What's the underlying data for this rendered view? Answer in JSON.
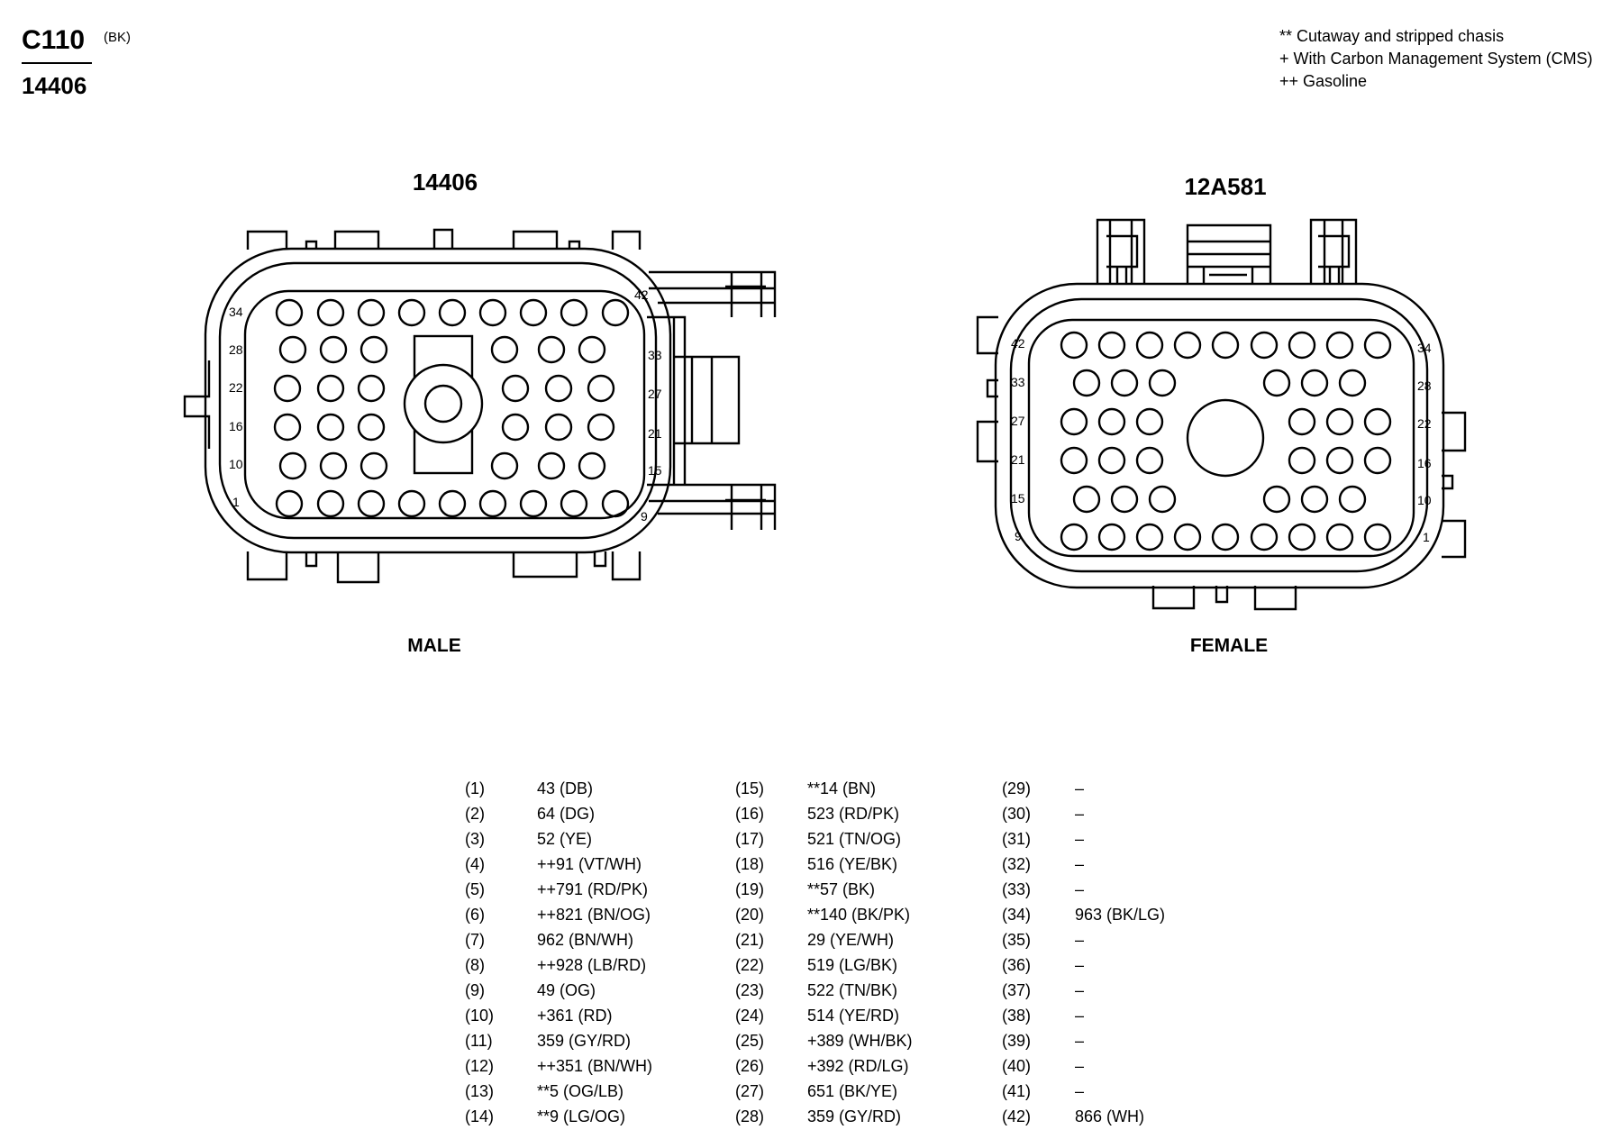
{
  "header": {
    "connector_id": "C110",
    "connector_color": "(BK)",
    "part_number": "14406"
  },
  "notes": [
    "** Cutaway and stripped chasis",
    "+ With Carbon Management System (CMS)",
    "++ Gasoline"
  ],
  "male_view": {
    "part_number": "14406",
    "label": "MALE",
    "pin_labels": [
      "34",
      "28",
      "22",
      "16",
      "10",
      "1",
      "42",
      "33",
      "27",
      "21",
      "15",
      "9"
    ]
  },
  "female_view": {
    "part_number": "12A581",
    "label": "FEMALE",
    "pin_labels": [
      "42",
      "33",
      "27",
      "21",
      "15",
      "9",
      "34",
      "28",
      "22",
      "16",
      "10",
      "1"
    ]
  },
  "pins": [
    {
      "pin": "(1)",
      "circuit": "43 (DB)"
    },
    {
      "pin": "(2)",
      "circuit": "64 (DG)"
    },
    {
      "pin": "(3)",
      "circuit": "52 (YE)"
    },
    {
      "pin": "(4)",
      "circuit": "++91 (VT/WH)"
    },
    {
      "pin": "(5)",
      "circuit": "++791 (RD/PK)"
    },
    {
      "pin": "(6)",
      "circuit": "++821 (BN/OG)"
    },
    {
      "pin": "(7)",
      "circuit": "962 (BN/WH)"
    },
    {
      "pin": "(8)",
      "circuit": "++928 (LB/RD)"
    },
    {
      "pin": "(9)",
      "circuit": "49 (OG)"
    },
    {
      "pin": "(10)",
      "circuit": "+361 (RD)"
    },
    {
      "pin": "(11)",
      "circuit": "359 (GY/RD)"
    },
    {
      "pin": "(12)",
      "circuit": "++351 (BN/WH)"
    },
    {
      "pin": "(13)",
      "circuit": "**5 (OG/LB)"
    },
    {
      "pin": "(14)",
      "circuit": "**9 (LG/OG)"
    },
    {
      "pin": "(15)",
      "circuit": "**14 (BN)"
    },
    {
      "pin": "(16)",
      "circuit": "523 (RD/PK)"
    },
    {
      "pin": "(17)",
      "circuit": "521 (TN/OG)"
    },
    {
      "pin": "(18)",
      "circuit": "516 (YE/BK)"
    },
    {
      "pin": "(19)",
      "circuit": "**57 (BK)"
    },
    {
      "pin": "(20)",
      "circuit": "**140 (BK/PK)"
    },
    {
      "pin": "(21)",
      "circuit": "29 (YE/WH)"
    },
    {
      "pin": "(22)",
      "circuit": "519 (LG/BK)"
    },
    {
      "pin": "(23)",
      "circuit": "522 (TN/BK)"
    },
    {
      "pin": "(24)",
      "circuit": "514 (YE/RD)"
    },
    {
      "pin": "(25)",
      "circuit": "+389 (WH/BK)"
    },
    {
      "pin": "(26)",
      "circuit": "+392 (RD/LG)"
    },
    {
      "pin": "(27)",
      "circuit": "651 (BK/YE)"
    },
    {
      "pin": "(28)",
      "circuit": "359 (GY/RD)"
    },
    {
      "pin": "(29)",
      "circuit": "–"
    },
    {
      "pin": "(30)",
      "circuit": "–"
    },
    {
      "pin": "(31)",
      "circuit": "–"
    },
    {
      "pin": "(32)",
      "circuit": "–"
    },
    {
      "pin": "(33)",
      "circuit": "–"
    },
    {
      "pin": "(34)",
      "circuit": "963 (BK/LG)"
    },
    {
      "pin": "(35)",
      "circuit": "–"
    },
    {
      "pin": "(36)",
      "circuit": "–"
    },
    {
      "pin": "(37)",
      "circuit": "–"
    },
    {
      "pin": "(38)",
      "circuit": "–"
    },
    {
      "pin": "(39)",
      "circuit": "–"
    },
    {
      "pin": "(40)",
      "circuit": "–"
    },
    {
      "pin": "(41)",
      "circuit": "–"
    },
    {
      "pin": "(42)",
      "circuit": "866 (WH)"
    }
  ]
}
